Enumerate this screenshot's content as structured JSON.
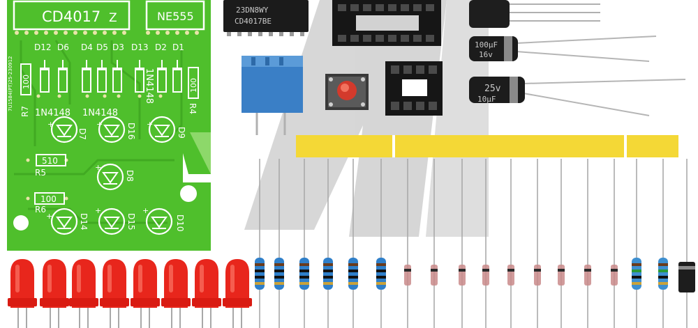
{
  "pcb": {
    "ic1_label": "CD4017",
    "ic1_mark": "Z",
    "ic2_label": "NE555",
    "serial": "7U1584(PT)25-230912",
    "diode_row": [
      "D12",
      "D6",
      "D4",
      "D5",
      "D3",
      "D13",
      "D2",
      "D1"
    ],
    "diode_part_left": "1N4148",
    "diode_part_mid": "1N4148",
    "diode_part_right": "1N4148",
    "r7_value": "100",
    "r7_name": "R7",
    "r4_value": "100",
    "r4_name": "R4",
    "r5_value": "510",
    "r5_name": "R5",
    "r6_value": "100",
    "r6_name": "R6",
    "led_labels": [
      "D7",
      "D16",
      "D9",
      "D8",
      "D14",
      "D15",
      "D10"
    ]
  },
  "parts": {
    "chip_line1": "23DN8WY",
    "chip_line2": "CD4017BE",
    "cap1_line1": "100µF",
    "cap1_line2": "16v",
    "cap2_line1": "25v",
    "cap2_line2": "10µF"
  },
  "colors": {
    "pcb_green": "#4fbf2c",
    "silkscreen": "#ffffff",
    "led_red": "#e8261c",
    "potentiometer_blue": "#3a7fc6",
    "tape_yellow": "#f4d836"
  }
}
